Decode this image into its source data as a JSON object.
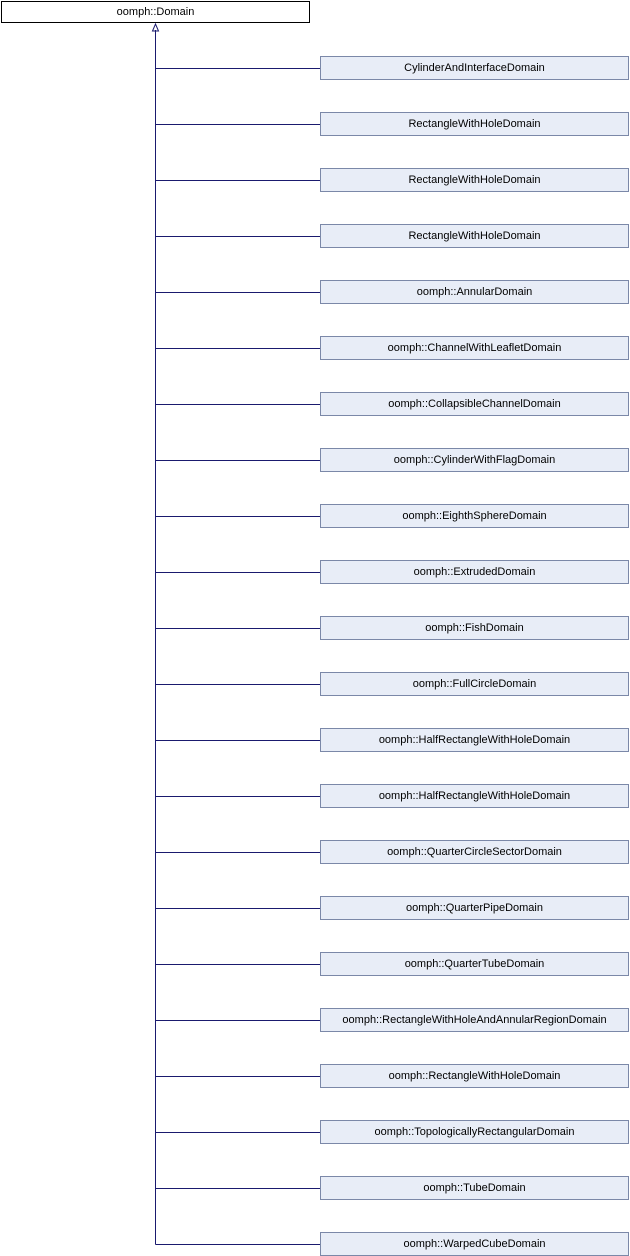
{
  "diagram": {
    "base_class": "oomph::Domain",
    "derived_classes": [
      "CylinderAndInterfaceDomain",
      "RectangleWithHoleDomain",
      "RectangleWithHoleDomain",
      "RectangleWithHoleDomain",
      "oomph::AnnularDomain",
      "oomph::ChannelWithLeafletDomain",
      "oomph::CollapsibleChannelDomain",
      "oomph::CylinderWithFlagDomain",
      "oomph::EighthSphereDomain",
      "oomph::ExtrudedDomain",
      "oomph::FishDomain",
      "oomph::FullCircleDomain",
      "oomph::HalfRectangleWithHoleDomain",
      "oomph::HalfRectangleWithHoleDomain",
      "oomph::QuarterCircleSectorDomain",
      "oomph::QuarterPipeDomain",
      "oomph::QuarterTubeDomain",
      "oomph::RectangleWithHoleAndAnnularRegionDomain",
      "oomph::RectangleWithHoleDomain",
      "oomph::TopologicallyRectangularDomain",
      "oomph::TubeDomain",
      "oomph::WarpedCubeDomain"
    ],
    "colors": {
      "connector": "#1a1a6e",
      "derived_fill": "#e8edf7",
      "derived_border": "#7b88a8",
      "base_fill": "#ffffff",
      "base_border": "#000000"
    }
  }
}
